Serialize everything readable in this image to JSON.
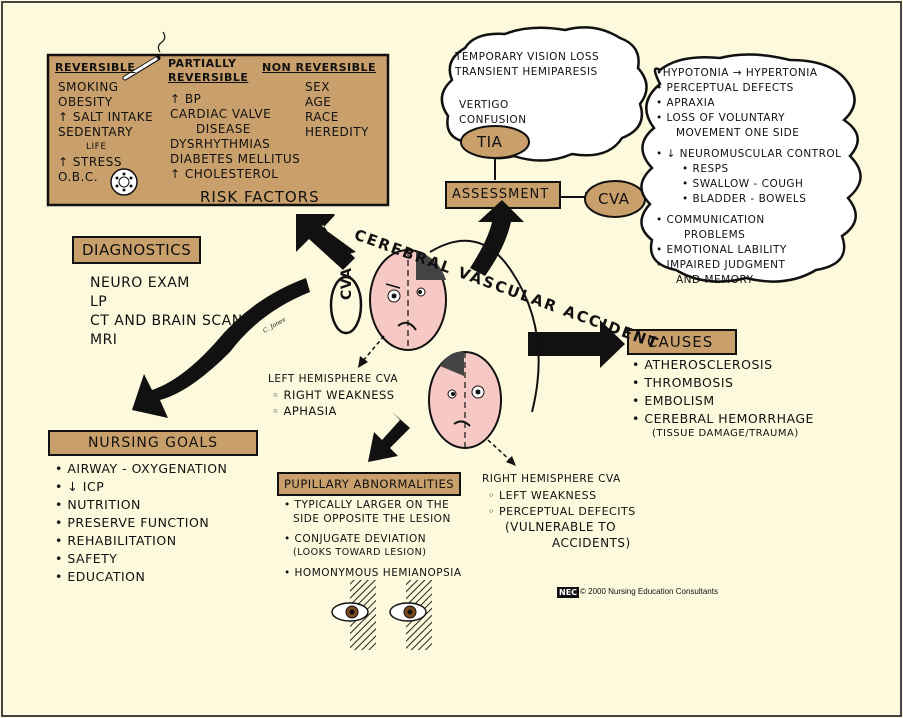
{
  "risk_factors": {
    "title": "RISK FACTORS",
    "reversible": {
      "header": "REVERSIBLE",
      "items": [
        "SMOKING",
        "OBESITY",
        "↑ SALT INTAKE",
        "SEDENTARY",
        "LIFE",
        "↑ STRESS",
        "O.B.C."
      ]
    },
    "partially": {
      "header_line1": "PARTIALLY",
      "header_line2": "REVERSIBLE",
      "items": [
        "↑ BP",
        "CARDIAC VALVE",
        "DISEASE",
        "DYSRHYTHMIAS",
        "DIABETES MELLITUS",
        "↑ CHOLESTEROL"
      ]
    },
    "non_reversible": {
      "header": "NON REVERSIBLE",
      "items": [
        "SEX",
        "AGE",
        "RACE",
        "HEREDITY"
      ]
    }
  },
  "diagnostics": {
    "title": "DIAGNOSTICS",
    "items": [
      "NEURO EXAM",
      "LP",
      "CT AND BRAIN SCAN",
      "MRI"
    ]
  },
  "tia_cloud": {
    "items": [
      "TEMPORARY VISION LOSS",
      "TRANSIENT HEMIPARESIS",
      "VERTIGO",
      "CONFUSION"
    ],
    "label": "TIA"
  },
  "assessment": {
    "label": "ASSESSMENT",
    "target": "CVA"
  },
  "cva_cloud": {
    "items": [
      "•HYPOTONIA → HYPERTONIA",
      "• PERCEPTUAL DEFECTS",
      "• APRAXIA",
      "• LOSS OF VOLUNTARY",
      "MOVEMENT ONE SIDE",
      "• ↓ NEUROMUSCULAR CONTROL",
      "• RESPS",
      "• SWALLOW - COUGH",
      "• BLADDER - BOWELS",
      "• COMMUNICATION",
      "PROBLEMS",
      "• EMOTIONAL LABILITY",
      "• IMPAIRED JUDGMENT",
      "AND MEMORY"
    ]
  },
  "center": {
    "abbr": "CVA",
    "title": "CEREBRAL VASCULAR ACCIDENT",
    "signature": "C. Jones"
  },
  "causes": {
    "title": "CAUSES",
    "items": [
      "ATHEROSCLEROSIS",
      "THROMBOSIS",
      "EMBOLISM",
      "CEREBRAL HEMORRHAGE"
    ],
    "note": "(TISSUE DAMAGE/TRAUMA)"
  },
  "left_hemisphere": {
    "title": "LEFT HEMISPHERE CVA",
    "items": [
      "RIGHT WEAKNESS",
      "APHASIA"
    ]
  },
  "right_hemisphere": {
    "title": "RIGHT HEMISPHERE CVA",
    "items": [
      "LEFT WEAKNESS",
      "PERCEPTUAL DEFECITS"
    ],
    "note_line1": "(VULNERABLE TO",
    "note_line2": "ACCIDENTS)"
  },
  "nursing_goals": {
    "title": "NURSING GOALS",
    "items": [
      "AIRWAY - OXYGENATION",
      "↓ ICP",
      "NUTRITION",
      "PRESERVE FUNCTION",
      "REHABILITATION",
      "SAFETY",
      "EDUCATION"
    ]
  },
  "pupillary": {
    "title": "PUPILLARY ABNORMALITIES",
    "items": [
      "TYPICALLY LARGER ON THE",
      "SIDE OPPOSITE THE LESION",
      "CONJUGATE DEVIATION",
      "(LOOKS TOWARD LESION)",
      "HOMONYMOUS HEMIANOPSIA"
    ]
  },
  "copyright": {
    "logo": "NEC",
    "text": "© 2000 Nursing Education Consultants"
  },
  "colors": {
    "background": "#fdf9dc",
    "tan": "#c9a06b",
    "face": "#f7c9c4",
    "ink": "#111111"
  }
}
